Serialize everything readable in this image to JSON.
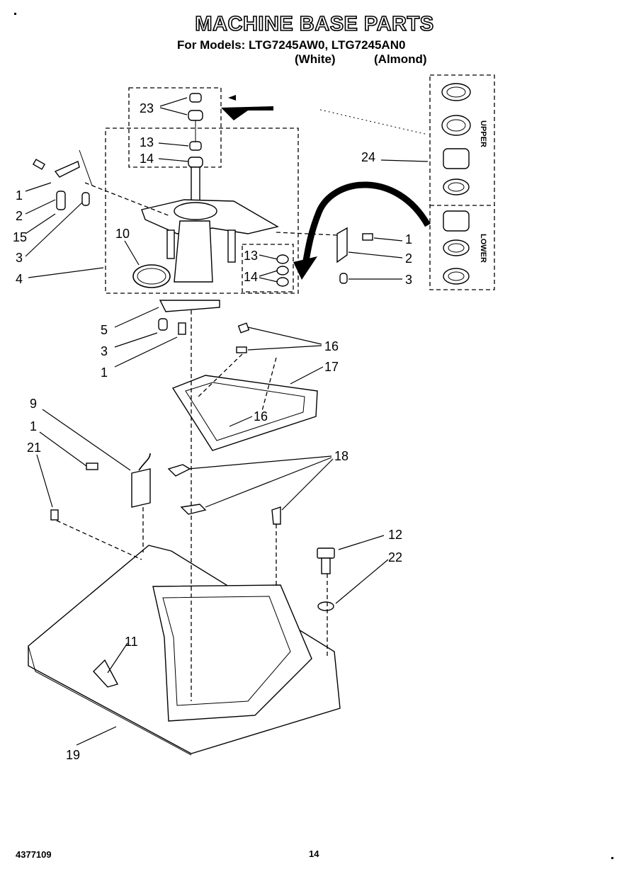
{
  "header": {
    "title": "MACHINE BASE PARTS",
    "subtitle": "For Models: LTG7245AW0, LTG7245AN0",
    "variant_white": "(White)",
    "variant_almond": "(Almond)"
  },
  "side_panel": {
    "upper_label": "UPPER",
    "lower_label": "LOWER"
  },
  "callouts": {
    "c23": "23",
    "c13a": "13",
    "c14a": "14",
    "c1a": "1",
    "c2a": "2",
    "c15": "15",
    "c3a": "3",
    "c4": "4",
    "c10": "10",
    "c13b": "13",
    "c14b": "14",
    "c24": "24",
    "c1b": "1",
    "c2b": "2",
    "c3b": "3",
    "c5": "5",
    "c3c": "3",
    "c1c": "1",
    "c16a": "16",
    "c17": "17",
    "c16b": "16",
    "c9": "9",
    "c1d": "1",
    "c21": "21",
    "c18": "18",
    "c12": "12",
    "c22": "22",
    "c11": "11",
    "c19": "19"
  },
  "footer": {
    "doc_number": "4377109",
    "page_number": "14"
  }
}
